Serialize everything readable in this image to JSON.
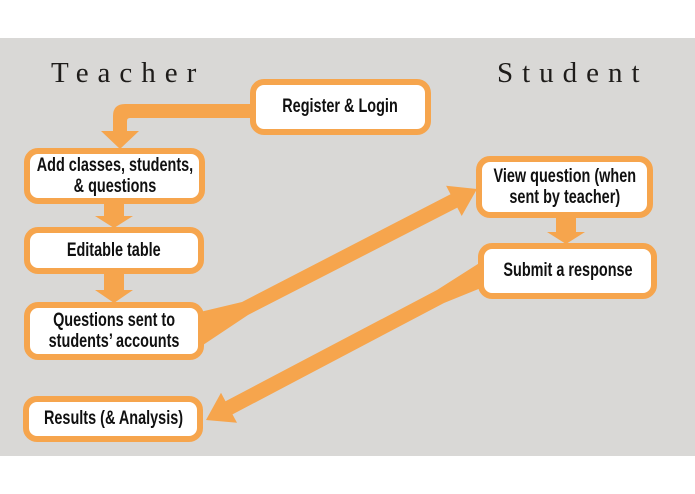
{
  "headings": {
    "teacher": "Teacher",
    "student": "Student"
  },
  "nodes": {
    "register": {
      "label": "Register & Login"
    },
    "add_classes": {
      "label": "Add classes, students,\n& questions"
    },
    "editable_table": {
      "label": "Editable table"
    },
    "questions_sent": {
      "label": "Questions sent to\nstudents’ accounts"
    },
    "results": {
      "label": "Results (& Analysis)"
    },
    "view_question": {
      "label": "View question (when\nsent by teacher)"
    },
    "submit_response": {
      "label": "Submit a response"
    }
  },
  "columns": {
    "teacher": [
      "register",
      "add_classes",
      "editable_table",
      "questions_sent",
      "results"
    ],
    "student": [
      "view_question",
      "submit_response"
    ]
  },
  "edges": [
    {
      "from": "register",
      "to": "add_classes"
    },
    {
      "from": "add_classes",
      "to": "editable_table"
    },
    {
      "from": "editable_table",
      "to": "questions_sent"
    },
    {
      "from": "questions_sent",
      "to": "view_question"
    },
    {
      "from": "view_question",
      "to": "submit_response"
    },
    {
      "from": "submit_response",
      "to": "results"
    }
  ],
  "colors": {
    "accent": "#F6A54D",
    "background_gray": "#D9D8D6",
    "band_white": "#FFFFFF",
    "label_text": "#101010",
    "heading_text": "#1E1C1A",
    "box_fill": "#FFFFFF"
  }
}
